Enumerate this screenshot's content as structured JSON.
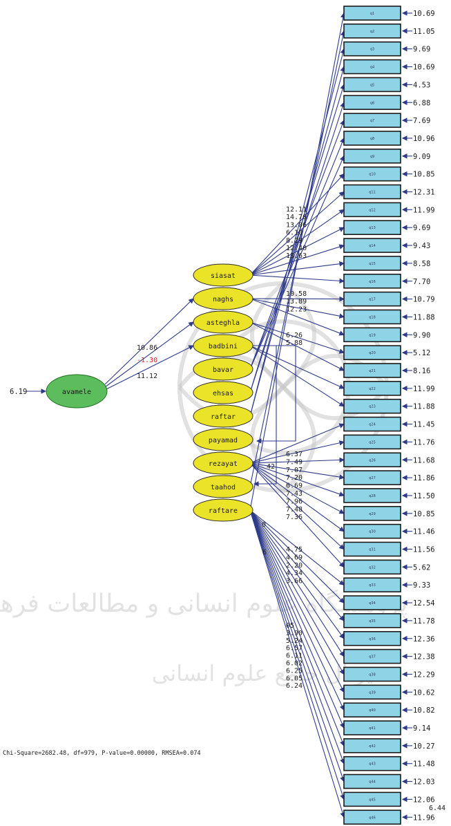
{
  "observed": [
    {
      "label": "q1",
      "error": "10.69"
    },
    {
      "label": "q2",
      "error": "11.05"
    },
    {
      "label": "q3",
      "error": "9.69"
    },
    {
      "label": "q4",
      "error": "10.69"
    },
    {
      "label": "q5",
      "error": "4.53"
    },
    {
      "label": "q6",
      "error": "6.88"
    },
    {
      "label": "q7",
      "error": "7.69"
    },
    {
      "label": "q8",
      "error": "10.96"
    },
    {
      "label": "q9",
      "error": "9.09"
    },
    {
      "label": "q10",
      "error": "10.85"
    },
    {
      "label": "q11",
      "error": "12.31"
    },
    {
      "label": "q12",
      "error": "11.99"
    },
    {
      "label": "q13",
      "error": "9.69"
    },
    {
      "label": "q14",
      "error": "9.43"
    },
    {
      "label": "q15",
      "error": "8.58"
    },
    {
      "label": "q16",
      "error": "7.70"
    },
    {
      "label": "q17",
      "error": "10.79"
    },
    {
      "label": "q18",
      "error": "11.88"
    },
    {
      "label": "q19",
      "error": "9.90"
    },
    {
      "label": "q20",
      "error": "5.12"
    },
    {
      "label": "q21",
      "error": "8.16"
    },
    {
      "label": "q22",
      "error": "11.99"
    },
    {
      "label": "q23",
      "error": "11.88"
    },
    {
      "label": "q24",
      "error": "11.45"
    },
    {
      "label": "q25",
      "error": "11.76"
    },
    {
      "label": "q26",
      "error": "11.68"
    },
    {
      "label": "q27",
      "error": "11.86"
    },
    {
      "label": "q28",
      "error": "11.50"
    },
    {
      "label": "q29",
      "error": "10.85"
    },
    {
      "label": "q30",
      "error": "11.46"
    },
    {
      "label": "q31",
      "error": "11.56"
    },
    {
      "label": "q32",
      "error": "5.62"
    },
    {
      "label": "q33",
      "error": "9.33"
    },
    {
      "label": "q34",
      "error": "12.54"
    },
    {
      "label": "q35",
      "error": "11.78"
    },
    {
      "label": "q36",
      "error": "12.36"
    },
    {
      "label": "q37",
      "error": "12.38"
    },
    {
      "label": "q38",
      "error": "12.29"
    },
    {
      "label": "q39",
      "error": "10.62"
    },
    {
      "label": "q40",
      "error": "10.82"
    },
    {
      "label": "q41",
      "error": "9.14"
    },
    {
      "label": "q42",
      "error": "10.27"
    },
    {
      "label": "q43",
      "error": "11.48"
    },
    {
      "label": "q44",
      "error": "12.03"
    },
    {
      "label": "q45",
      "error": "12.06"
    },
    {
      "label": "q46",
      "error": "11.96"
    }
  ],
  "latents": [
    "siasat",
    "naghs",
    "asteghla",
    "badbini",
    "bavar",
    "ehsas",
    "raftar",
    "payamad",
    "rezayat",
    "taahod",
    "raftare"
  ],
  "exogenous": {
    "label": "avamele",
    "error": "6.19"
  },
  "paths_from_exogenous": [
    {
      "to": "naghs",
      "value": "10.86",
      "color": "#1a1a1a"
    },
    {
      "to": "asteghla",
      "value": "-1.30",
      "color": "#e02020"
    },
    {
      "to": "badbini",
      "value": "11.12",
      "color": "#1a1a1a"
    }
  ],
  "coef_groups": [
    {
      "from": "siasat",
      "values": [
        "12.11",
        "14.70",
        "13.06",
        "6.10",
        "8.29",
        "12.40",
        "13.63"
      ]
    },
    {
      "from": "naghs",
      "values": [
        "10.58",
        "13.89",
        "12.23"
      ]
    },
    {
      "from": "asteghla",
      "values": [
        "6.26",
        "5.88"
      ]
    },
    {
      "from": "rezayat",
      "values": [
        "6.37",
        "7.49",
        "7.07",
        "7.20",
        "6.69",
        "7.43",
        "7.96",
        "7.48",
        "7.36"
      ]
    },
    {
      "from": "raftare",
      "values": [
        "4.75",
        "4.69",
        "2.20",
        "4.34",
        "3.66"
      ]
    },
    {
      "from": "raftare",
      "values": [
        "05",
        "3.90",
        "5.24",
        "6.57",
        "6.11",
        "6.02",
        "6.25",
        "6.05",
        "6.24"
      ]
    }
  ],
  "misc_labels": {
    "payamad_val": "42",
    "taahod_val": "0",
    "raftare_val": "6",
    "bottom_err": "6.44"
  },
  "fit_statistics": "Chi-Square=2682.48, df=979, P-value=0.00000, RMSEA=0.074",
  "watermark": {
    "line1": "پژوهشگاه علوم انسانی و مطالعات فرهنگی",
    "line2": "پرتال جامع علوم انسانی"
  }
}
